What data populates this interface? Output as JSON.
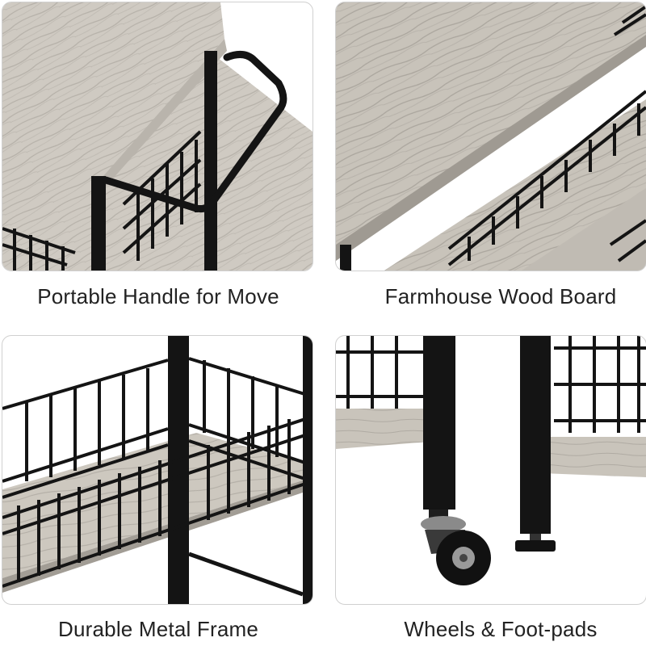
{
  "panels": [
    {
      "caption": "Portable Handle for Move",
      "subject": "handle"
    },
    {
      "caption": "Farmhouse Wood Board",
      "subject": "wood-board"
    },
    {
      "caption": "Durable Metal Frame",
      "subject": "metal-frame"
    },
    {
      "caption": "Wheels & Foot-pads",
      "subject": "wheels-footpads"
    }
  ],
  "colors": {
    "wood": "#c9c4bb",
    "wood_dark": "#9f9a92",
    "metal": "#141414",
    "background": "#ffffff"
  }
}
